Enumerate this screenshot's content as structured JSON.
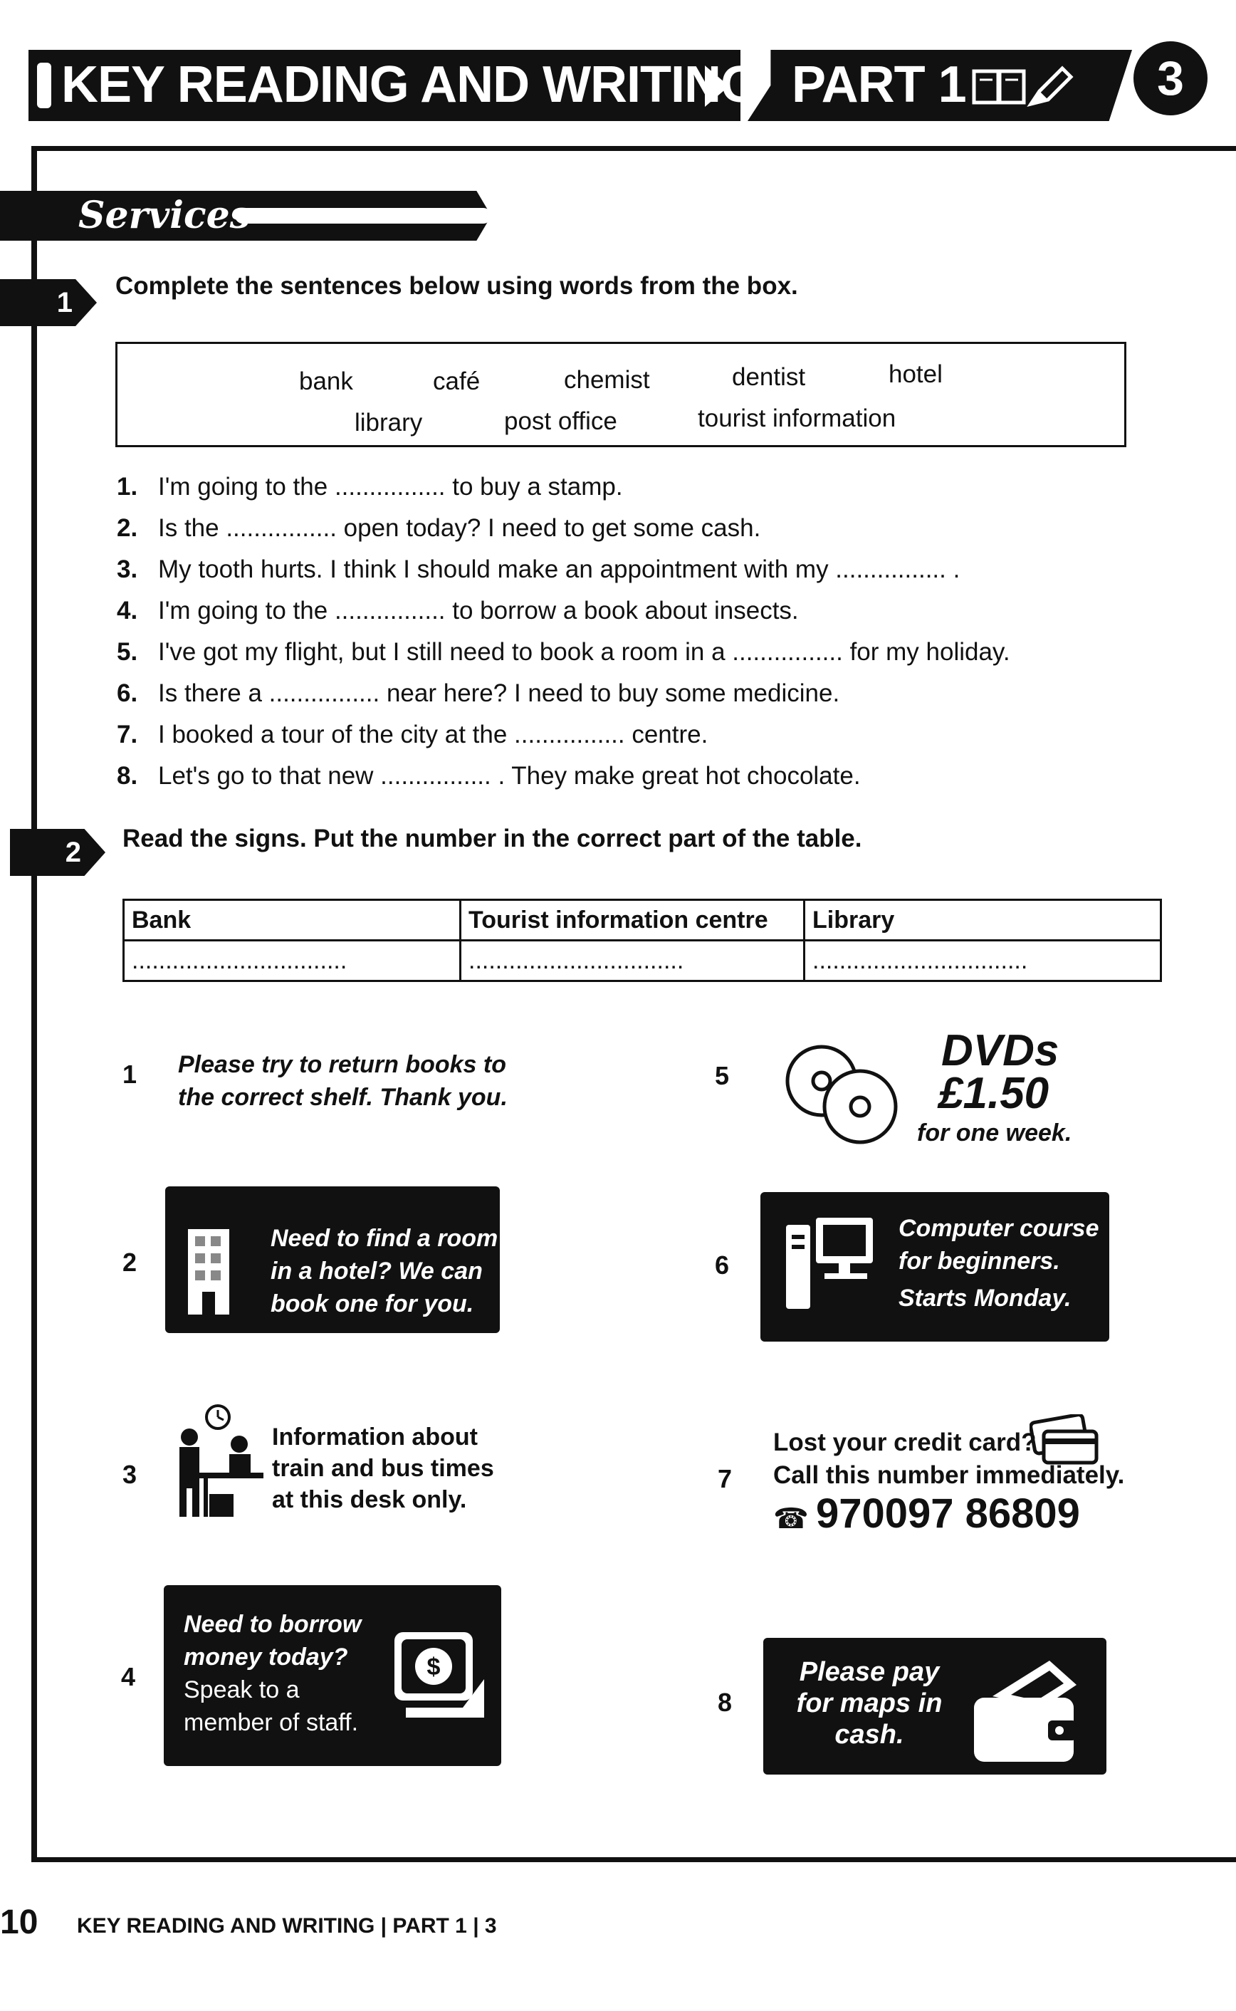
{
  "header": {
    "title": "KEY READING AND WRITING",
    "part": "PART 1",
    "unit": "3"
  },
  "section_title": "Services",
  "exercise1": {
    "number": "1",
    "instruction": "Complete the sentences below using words from the box.",
    "words_row1": [
      "bank",
      "café",
      "chemist",
      "dentist",
      "hotel"
    ],
    "words_row2": [
      "library",
      "post office",
      "tourist information"
    ],
    "sentences": [
      {
        "n": "1.",
        "text": "I'm going to the ................ to buy a stamp."
      },
      {
        "n": "2.",
        "text": "Is the ................ open today? I need to get some cash."
      },
      {
        "n": "3.",
        "text": "My tooth hurts. I think I should make an appointment with my ................ ."
      },
      {
        "n": "4.",
        "text": "I'm going to the ................ to borrow a book about insects."
      },
      {
        "n": "5.",
        "text": "I've got my flight, but I still need to book a room in a ................ for my holiday."
      },
      {
        "n": "6.",
        "text": "Is there a ................ near here? I need to buy some medicine."
      },
      {
        "n": "7.",
        "text": "I booked a tour of the city at the ................ centre."
      },
      {
        "n": "8.",
        "text": "Let's go to that new ................ . They make great hot chocolate."
      }
    ]
  },
  "exercise2": {
    "number": "2",
    "instruction": "Read the signs. Put the number in the correct part of the table.",
    "table_headers": [
      "Bank",
      "Tourist information centre",
      "Library"
    ],
    "table_blanks": [
      "................................",
      "................................",
      "................................"
    ],
    "signs": [
      {
        "n": "1",
        "lines": [
          "Please try to return books to",
          "the correct shelf. Thank you."
        ]
      },
      {
        "n": "2",
        "lines": [
          "Need to find a room",
          "in a hotel? We can",
          "book one for you."
        ]
      },
      {
        "n": "3",
        "lines": [
          "Information about",
          "train and bus times",
          "at this desk only."
        ]
      },
      {
        "n": "4",
        "lines": [
          "Need to borrow",
          "money today?",
          "Speak to a",
          "member of staff."
        ]
      },
      {
        "n": "5",
        "lines": [
          "DVDs",
          "£1.50",
          "for one week."
        ]
      },
      {
        "n": "6",
        "lines": [
          "Computer course",
          "for beginners.",
          "Starts Monday."
        ]
      },
      {
        "n": "7",
        "lines": [
          "Lost your credit card?",
          "Call this number immediately.",
          "970097 86809"
        ]
      },
      {
        "n": "8",
        "lines": [
          "Please pay",
          "for maps in",
          "cash."
        ]
      }
    ]
  },
  "footer": {
    "page": "10",
    "text": "KEY READING AND WRITING | PART 1 | 3"
  }
}
